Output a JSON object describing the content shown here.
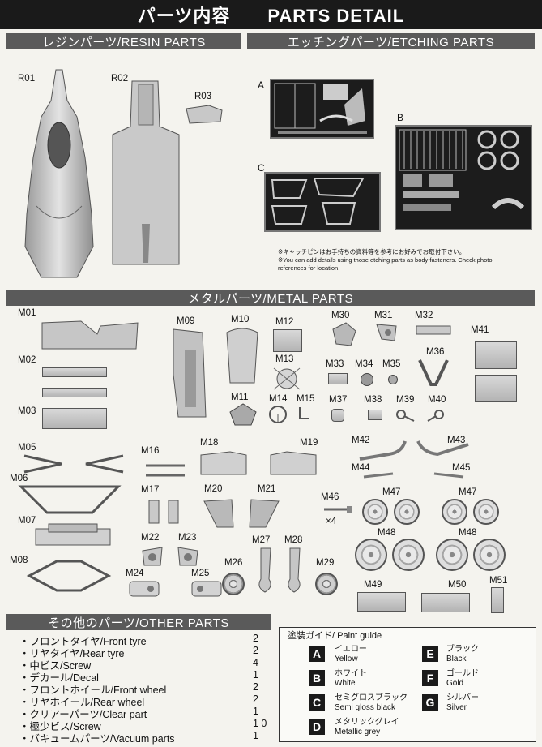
{
  "header": {
    "title": "パーツ内容　　PARTS DETAIL"
  },
  "sections": {
    "resin": "レジンパーツ/RESIN PARTS",
    "etching": "エッチングパーツ/ETCHING PARTS",
    "metal": "メタルパーツ/METAL PARTS",
    "other": "その他のパーツ/OTHER PARTS"
  },
  "resin_labels": [
    "R01",
    "R02",
    "R03"
  ],
  "etching_labels": [
    "A",
    "B",
    "C"
  ],
  "etching_note": {
    "line1": "※キャッチピンはお手持ちの資料等を参考にお好みでお取付下さい。",
    "line2": "※You can add details using those etching parts as body fasteners. Check photo",
    "line3": "references for location."
  },
  "metal_labels": {
    "M01": "M01",
    "M02": "M02",
    "M03": "M03",
    "M05": "M05",
    "M06": "M06",
    "M07": "M07",
    "M08": "M08",
    "M09": "M09",
    "M10": "M10",
    "M11": "M11",
    "M12": "M12",
    "M13": "M13",
    "M14": "M14",
    "M15": "M15",
    "M16": "M16",
    "M17": "M17",
    "M18": "M18",
    "M19": "M19",
    "M20": "M20",
    "M21": "M21",
    "M22": "M22",
    "M23": "M23",
    "M24": "M24",
    "M25": "M25",
    "M26": "M26",
    "M27": "M27",
    "M28": "M28",
    "M29": "M29",
    "M30": "M30",
    "M31": "M31",
    "M32": "M32",
    "M33": "M33",
    "M34": "M34",
    "M35": "M35",
    "M36": "M36",
    "M37": "M37",
    "M38": "M38",
    "M39": "M39",
    "M40": "M40",
    "M41": "M41",
    "M42": "M42",
    "M43": "M43",
    "M44": "M44",
    "M45": "M45",
    "M46": "M46",
    "M46_qty": "×4",
    "M47a": "M47",
    "M47b": "M47",
    "M48a": "M48",
    "M48b": "M48",
    "M49": "M49",
    "M50": "M50",
    "M51": "M51"
  },
  "other_parts": [
    {
      "name": "・フロントタイヤ/Front tyre",
      "qty": "2"
    },
    {
      "name": "・リヤタイヤ/Rear tyre",
      "qty": "2"
    },
    {
      "name": "・中ビス/Screw",
      "qty": "4"
    },
    {
      "name": "・デカール/Decal",
      "qty": "1"
    },
    {
      "name": "・フロントホイール/Front wheel",
      "qty": "2"
    },
    {
      "name": "・リヤホイール/Rear wheel",
      "qty": "2"
    },
    {
      "name": "・クリアーパーツ/Clear part",
      "qty": "1"
    },
    {
      "name": "・極少ビス/Screw",
      "qty": "1 0"
    },
    {
      "name": "・バキュームパーツ/Vacuum parts",
      "qty": "1"
    }
  ],
  "paint_guide": {
    "title": "塗装ガイド/ Paint guide",
    "items": [
      {
        "letter": "A",
        "jp": "イエロー",
        "en": "Yellow"
      },
      {
        "letter": "B",
        "jp": "ホワイト",
        "en": "White"
      },
      {
        "letter": "C",
        "jp": "セミグロスブラック",
        "en": "Semi gloss black"
      },
      {
        "letter": "D",
        "jp": "メタリックグレイ",
        "en": "Metallic grey"
      },
      {
        "letter": "E",
        "jp": "ブラック",
        "en": "Black"
      },
      {
        "letter": "F",
        "jp": "ゴールド",
        "en": "Gold"
      },
      {
        "letter": "G",
        "jp": "シルバー",
        "en": "Silver"
      }
    ]
  },
  "colors": {
    "header_bg": "#1a1a1a",
    "section_bg": "#5a5a5a",
    "paper": "#f4f3ee"
  }
}
